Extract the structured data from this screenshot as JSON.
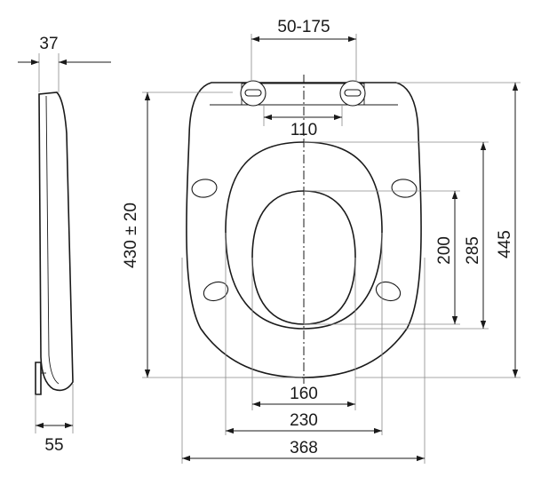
{
  "dimensions": {
    "depth_top": "37",
    "depth_bottom": "55",
    "hinge_spacing": "50-175",
    "hinge_inner": "110",
    "inner_width": "160",
    "opening_width": "230",
    "overall_width": "368",
    "length_to_hinge": "430 ± 20",
    "opening_length": "200",
    "seat_length": "285",
    "overall_length": "445"
  }
}
